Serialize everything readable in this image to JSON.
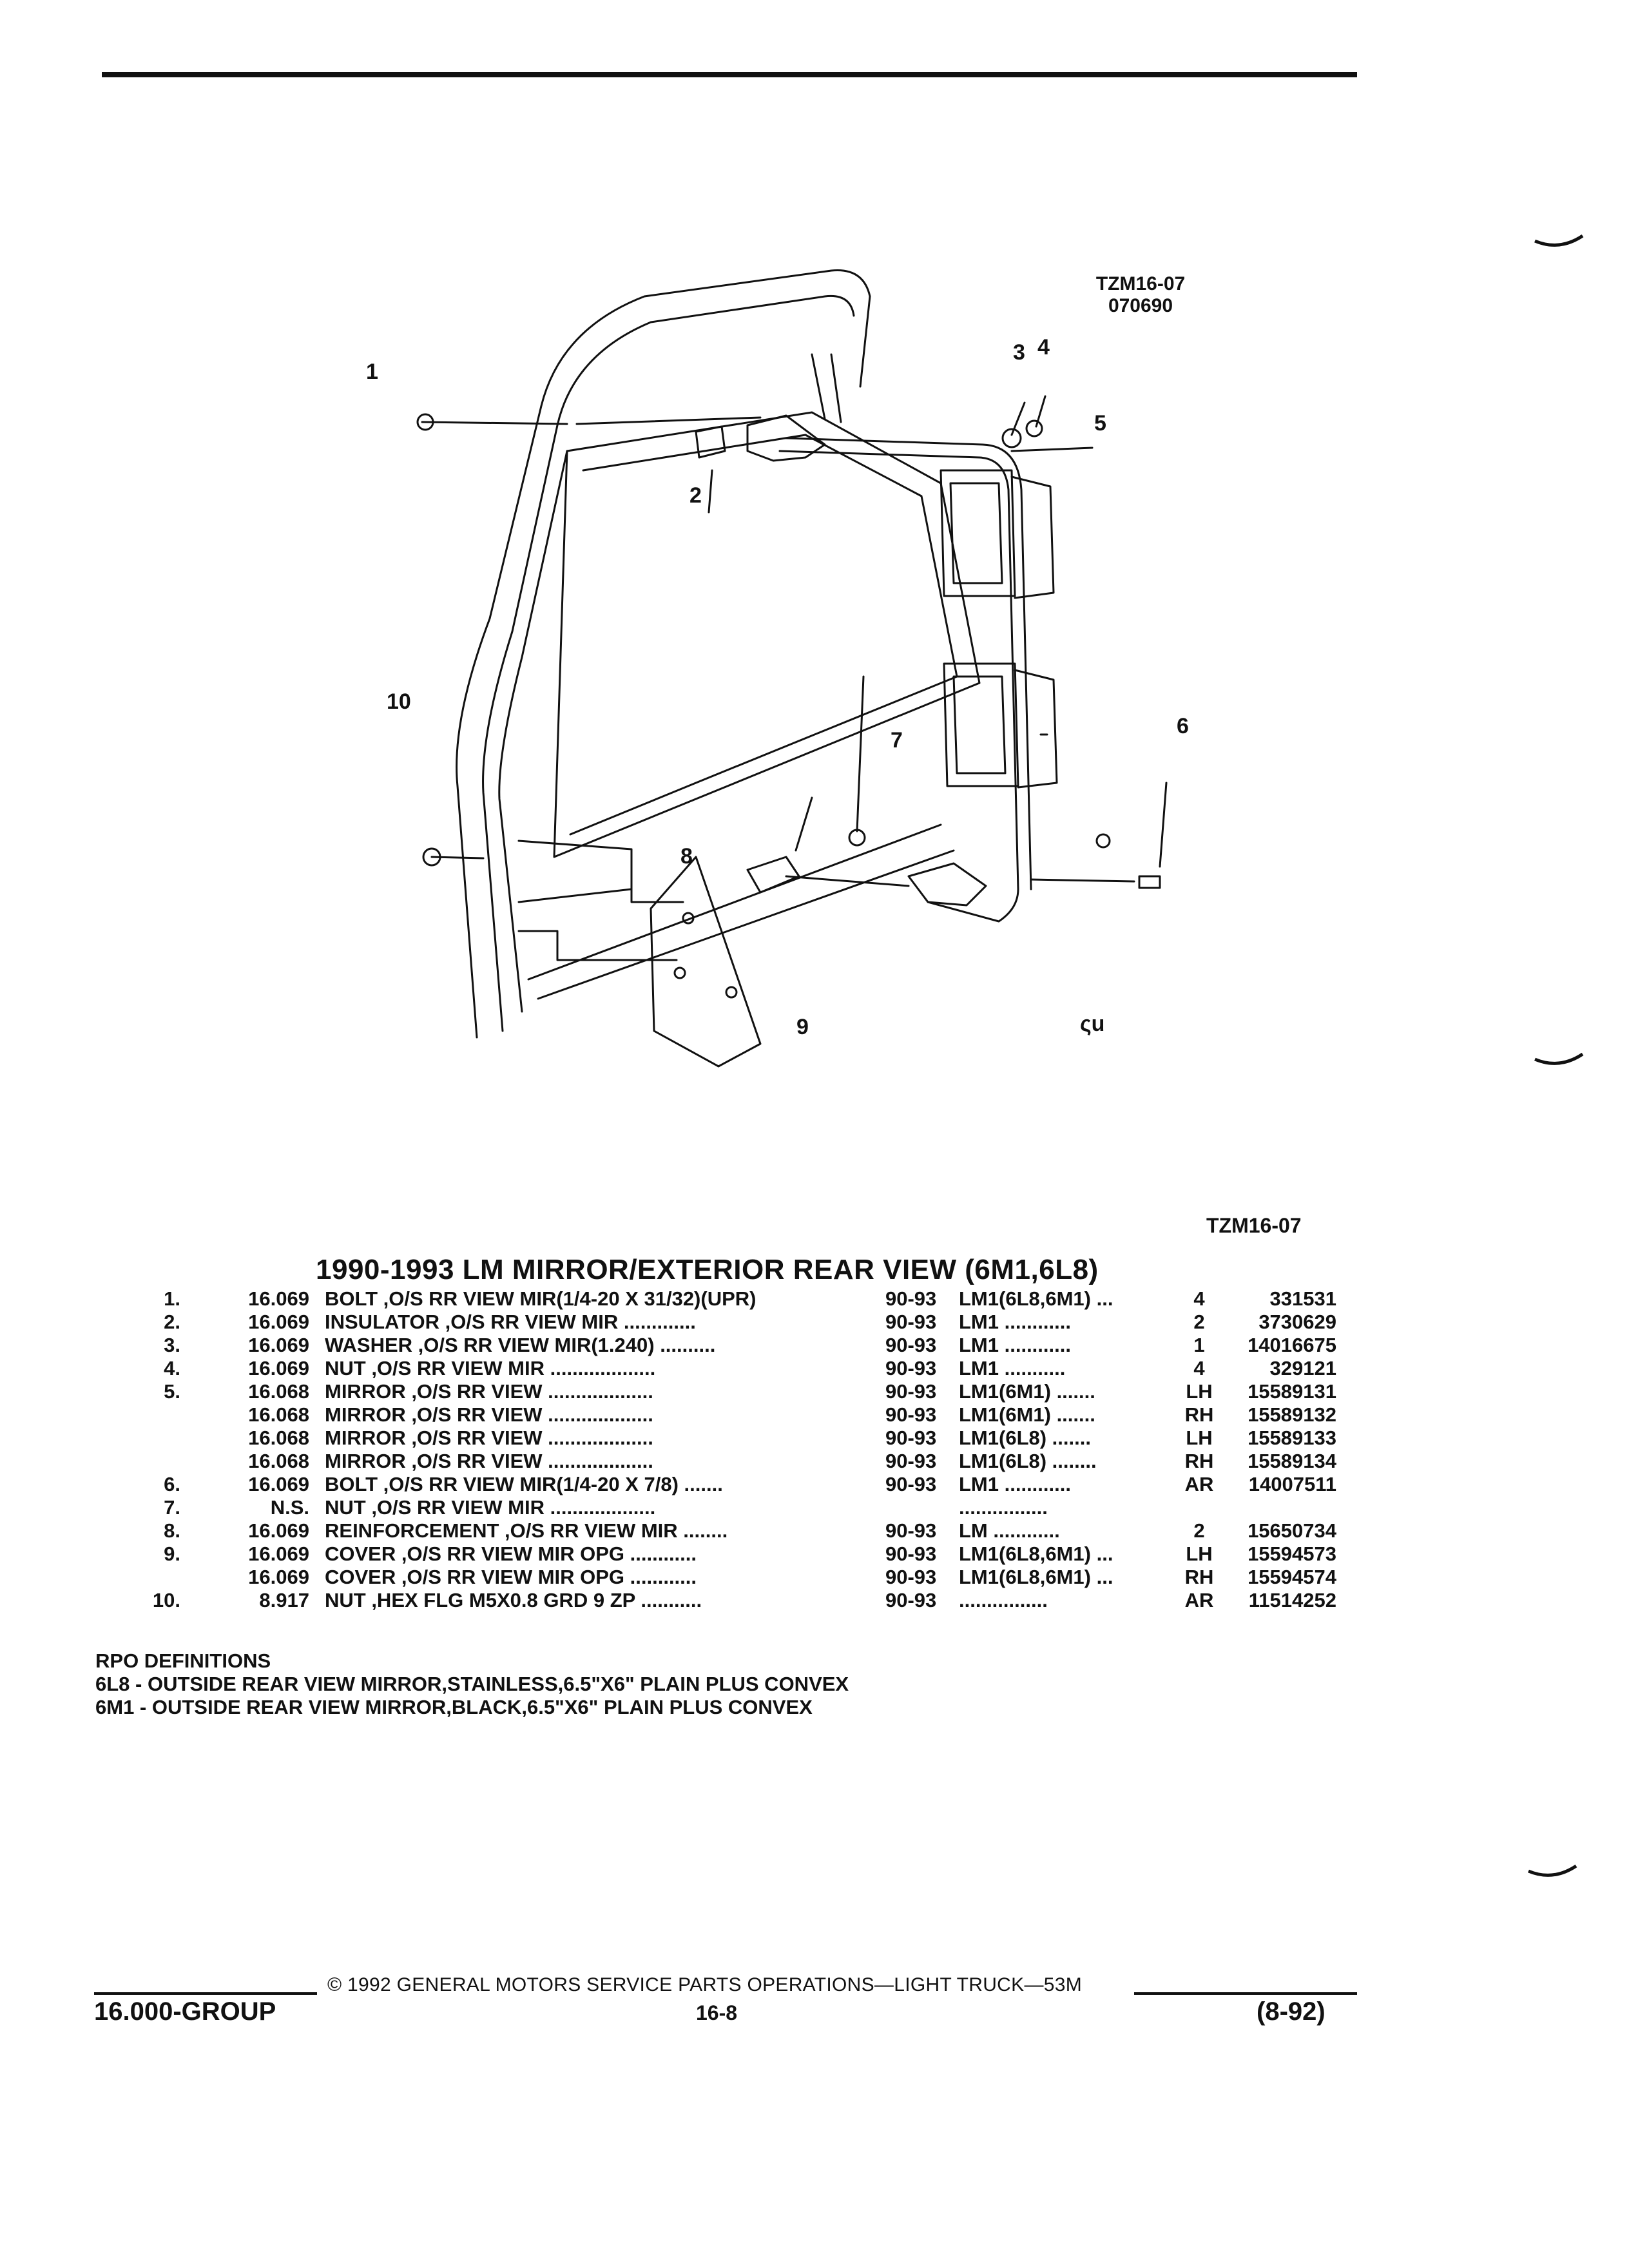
{
  "figure": {
    "code": "TZM16-07",
    "date": "070690",
    "callouts": [
      "1",
      "2",
      "3",
      "4",
      "5",
      "6",
      "7",
      "8",
      "9",
      "10"
    ],
    "caption_code": "TZM16-07"
  },
  "title": "1990-1993 LM MIRROR/EXTERIOR REAR VIEW (6M1,6L8)",
  "parts": [
    {
      "index": "1.",
      "group": "16.069",
      "description": "BOLT ,O/S RR VIEW MIR(1/4-20 X 31/32)(UPR)",
      "years": "90-93",
      "model": "LM1(6L8,6M1) ...",
      "qty": "4",
      "part": "331531"
    },
    {
      "index": "2.",
      "group": "16.069",
      "description": "INSULATOR ,O/S RR VIEW MIR .............",
      "years": "90-93",
      "model": "LM1 ............",
      "qty": "2",
      "part": "3730629"
    },
    {
      "index": "3.",
      "group": "16.069",
      "description": "WASHER ,O/S RR VIEW MIR(1.240) ..........",
      "years": "90-93",
      "model": "LM1 ............",
      "qty": "1",
      "part": "14016675"
    },
    {
      "index": "4.",
      "group": "16.069",
      "description": "NUT ,O/S RR VIEW MIR ...................",
      "years": "90-93",
      "model": "LM1 ...........",
      "qty": "4",
      "part": "329121"
    },
    {
      "index": "5.",
      "group": "16.068",
      "description": "MIRROR ,O/S RR VIEW ...................",
      "years": "90-93",
      "model": "LM1(6M1) .......",
      "qty": "LH",
      "part": "15589131"
    },
    {
      "index": "",
      "group": "16.068",
      "description": "MIRROR ,O/S RR VIEW ...................",
      "years": "90-93",
      "model": "LM1(6M1) .......",
      "qty": "RH",
      "part": "15589132"
    },
    {
      "index": "",
      "group": "16.068",
      "description": "MIRROR ,O/S RR VIEW ...................",
      "years": "90-93",
      "model": "LM1(6L8) .......",
      "qty": "LH",
      "part": "15589133"
    },
    {
      "index": "",
      "group": "16.068",
      "description": "MIRROR ,O/S RR VIEW ...................",
      "years": "90-93",
      "model": "LM1(6L8) ........",
      "qty": "RH",
      "part": "15589134"
    },
    {
      "index": "6.",
      "group": "16.069",
      "description": "BOLT ,O/S RR VIEW MIR(1/4-20 X 7/8) .......",
      "years": "90-93",
      "model": "LM1 ............",
      "qty": "AR",
      "part": "14007511"
    },
    {
      "index": "7.",
      "group": "N.S.",
      "description": "NUT ,O/S RR VIEW MIR ...................",
      "years": "",
      "model": "................",
      "qty": "",
      "part": ""
    },
    {
      "index": "8.",
      "group": "16.069",
      "description": "REINFORCEMENT ,O/S RR VIEW MIR ........",
      "years": "90-93",
      "model": "LM ............",
      "qty": "2",
      "part": "15650734"
    },
    {
      "index": "9.",
      "group": "16.069",
      "description": "COVER ,O/S RR VIEW MIR OPG ............",
      "years": "90-93",
      "model": "LM1(6L8,6M1) ...",
      "qty": "LH",
      "part": "15594573"
    },
    {
      "index": "",
      "group": "16.069",
      "description": "COVER ,O/S RR VIEW MIR OPG ............",
      "years": "90-93",
      "model": "LM1(6L8,6M1) ...",
      "qty": "RH",
      "part": "15594574"
    },
    {
      "index": "10.",
      "group": "8.917",
      "description": "NUT ,HEX FLG M5X0.8 GRD 9 ZP ...........",
      "years": "90-93",
      "model": "................",
      "qty": "AR",
      "part": "11514252"
    }
  ],
  "rpo": {
    "heading": "RPO DEFINITIONS",
    "items": [
      "6L8 - OUTSIDE REAR VIEW MIRROR,STAINLESS,6.5\"X6\" PLAIN PLUS CONVEX",
      "6M1 - OUTSIDE REAR VIEW MIRROR,BLACK,6.5\"X6\" PLAIN PLUS CONVEX"
    ]
  },
  "footer": {
    "copyright": "© 1992 GENERAL MOTORS SERVICE PARTS OPERATIONS—LIGHT TRUCK—53M",
    "group": "16.000-GROUP",
    "page": "16-8",
    "date": "(8-92)"
  }
}
